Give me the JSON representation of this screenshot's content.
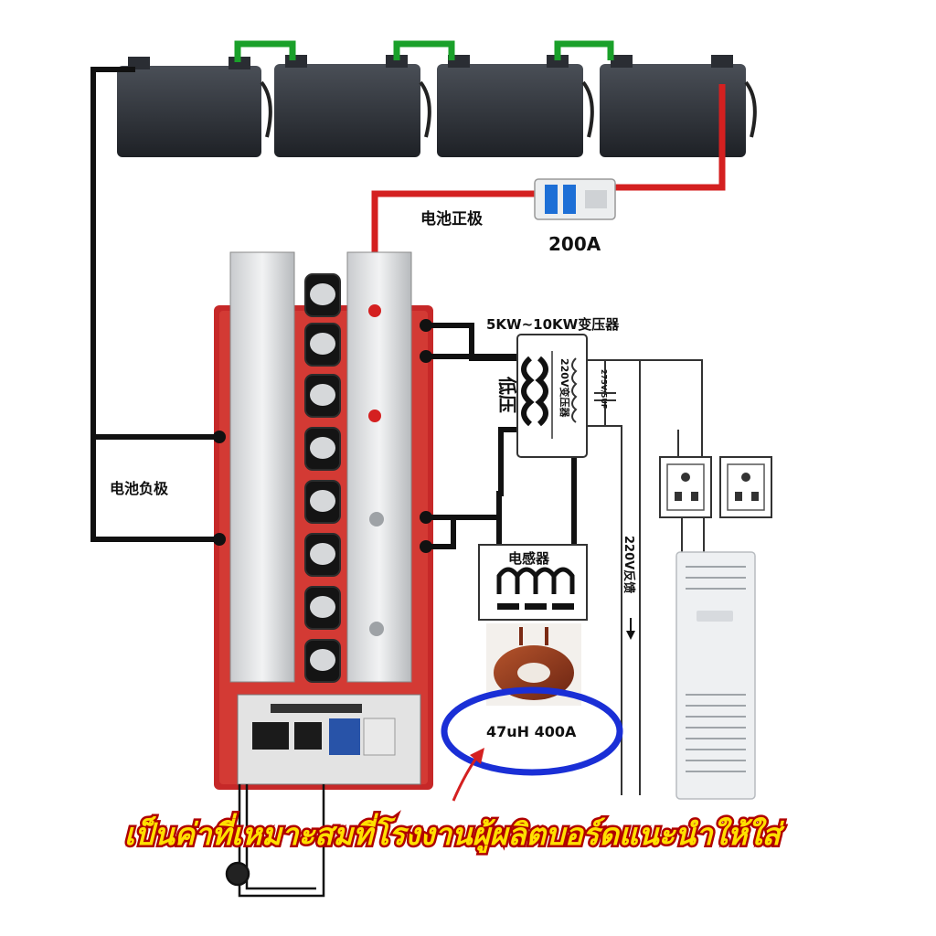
{
  "labels": {
    "battery_positive": "电池正极",
    "breaker_rating": "200A",
    "transformer_title": "5KW~10KW变压器",
    "low_voltage": "低压",
    "transformer_220v": "220V变压器",
    "capacitor_rating": "275V/5UF",
    "battery_negative": "电池负极",
    "inductor": "电感器",
    "feedback_220v": "220V反馈",
    "inductor_value": "47uH 400A",
    "caption": "เป็นค่าที่เหมาะสมที่โรงงานผู้ผลิตบอร์ดแนะนำให้ใส่"
  },
  "colors": {
    "positive_wire": "#d42020",
    "series_link": "#1aa02a",
    "negative_wire": "#111111",
    "board": "#c62828",
    "highlight_ellipse": "#1a2fd6",
    "caption_fill": "#ffe000",
    "caption_stroke": "#b00000"
  },
  "icons": [
    "battery-icon",
    "breaker-icon",
    "transformer-icon",
    "inductor-icon",
    "socket-icon",
    "air-conditioner-icon",
    "arrow-icon"
  ]
}
